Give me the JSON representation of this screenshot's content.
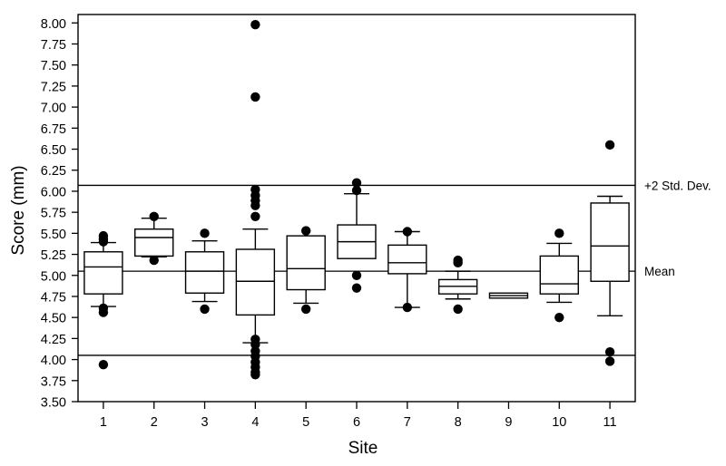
{
  "chart_data": {
    "type": "box",
    "title": "",
    "xlabel": "Site",
    "ylabel": "Score (mm)",
    "categories": [
      "1",
      "2",
      "3",
      "4",
      "5",
      "6",
      "7",
      "8",
      "9",
      "10",
      "11"
    ],
    "ylim": [
      3.5,
      8.1
    ],
    "ytick_values": [
      3.5,
      3.75,
      4.0,
      4.25,
      4.5,
      4.75,
      5.0,
      5.25,
      5.5,
      5.75,
      6.0,
      6.25,
      6.5,
      6.75,
      7.0,
      7.25,
      7.5,
      7.75,
      8.0
    ],
    "ytick_labels": [
      "3.50",
      "3.75",
      "4.00",
      "4.25",
      "4.50",
      "4.75",
      "5.00",
      "5.25",
      "5.50",
      "5.75",
      "6.00",
      "6.25",
      "6.50",
      "6.75",
      "7.00",
      "7.25",
      "7.50",
      "7.75",
      "8.00"
    ],
    "grid": false,
    "legend": "none",
    "reference_lines": [
      {
        "name": "plus-2-std-dev",
        "label": "+2 Std. Dev.",
        "value": 6.07
      },
      {
        "name": "mean",
        "label": "Mean",
        "value": 5.05
      },
      {
        "name": "minus-2-std-dev",
        "label": "",
        "value": 4.05
      }
    ],
    "boxes": [
      {
        "site": "1",
        "whisker_low": 4.63,
        "q1": 4.78,
        "median": 5.1,
        "q3": 5.28,
        "whisker_high": 5.39,
        "outliers": [
          5.47,
          5.43,
          5.4,
          4.61,
          4.56,
          3.94
        ]
      },
      {
        "site": "2",
        "whisker_low": 5.22,
        "q1": 5.23,
        "median": 5.45,
        "q3": 5.55,
        "whisker_high": 5.68,
        "outliers": [
          5.7,
          5.18
        ]
      },
      {
        "site": "3",
        "whisker_low": 4.69,
        "q1": 4.79,
        "median": 5.05,
        "q3": 5.28,
        "whisker_high": 5.41,
        "outliers": [
          5.5,
          4.6
        ]
      },
      {
        "site": "4",
        "whisker_low": 4.2,
        "q1": 4.53,
        "median": 4.93,
        "q3": 5.31,
        "whisker_high": 5.55,
        "outliers": [
          7.98,
          7.12,
          6.02,
          5.95,
          5.89,
          5.83,
          5.7,
          4.24,
          4.18,
          4.1,
          4.04,
          3.97,
          3.91,
          3.85,
          3.82
        ]
      },
      {
        "site": "5",
        "whisker_low": 4.67,
        "q1": 4.83,
        "median": 5.08,
        "q3": 5.47,
        "whisker_high": 5.47,
        "outliers": [
          5.53,
          4.6
        ]
      },
      {
        "site": "6",
        "whisker_low": 5.2,
        "q1": 5.2,
        "median": 5.4,
        "q3": 5.6,
        "whisker_high": 5.97,
        "outliers": [
          6.1,
          6.01,
          5.0,
          4.85
        ]
      },
      {
        "site": "7",
        "whisker_low": 4.62,
        "q1": 5.02,
        "median": 5.15,
        "q3": 5.36,
        "whisker_high": 5.52,
        "outliers": [
          5.52,
          4.62
        ]
      },
      {
        "site": "8",
        "whisker_low": 4.72,
        "q1": 4.78,
        "median": 4.87,
        "q3": 4.95,
        "whisker_high": 5.05,
        "outliers": [
          5.18,
          5.15,
          4.6
        ]
      },
      {
        "site": "9",
        "whisker_low": 4.73,
        "q1": 4.73,
        "median": 4.76,
        "q3": 4.79,
        "whisker_high": 4.79,
        "outliers": []
      },
      {
        "site": "10",
        "whisker_low": 4.68,
        "q1": 4.78,
        "median": 4.9,
        "q3": 5.23,
        "whisker_high": 5.38,
        "outliers": [
          5.5,
          4.5
        ]
      },
      {
        "site": "11",
        "whisker_low": 4.52,
        "q1": 4.93,
        "median": 5.35,
        "q3": 5.86,
        "whisker_high": 5.94,
        "outliers": [
          6.55,
          4.09,
          3.98
        ]
      }
    ]
  }
}
